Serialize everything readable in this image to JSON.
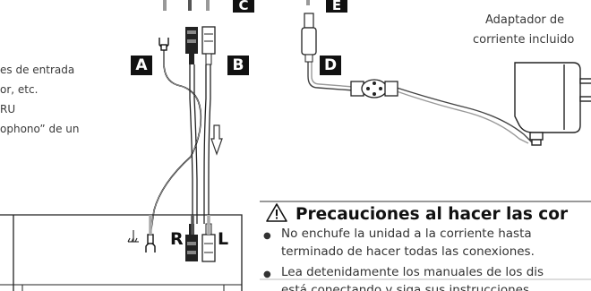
{
  "diagram": {
    "labels": {
      "A": "A",
      "B": "B",
      "C": "C",
      "D": "D",
      "E": "E",
      "R": "R",
      "L": "L"
    },
    "adapter_caption": [
      "Adaptador de",
      "corriente incluido"
    ],
    "side_text": [
      "es de entrada",
      "or, etc.",
      "RU",
      "ophono” de un"
    ]
  },
  "caution": {
    "title": "Precauciones al hacer las cor",
    "bullets": [
      [
        "No enchufe la unidad a la corriente hasta",
        "terminado de hacer todas las conexiones."
      ],
      [
        "Lea detenidamente los manuales de los dis",
        "está conectando y siga sus instrucciones"
      ]
    ]
  }
}
